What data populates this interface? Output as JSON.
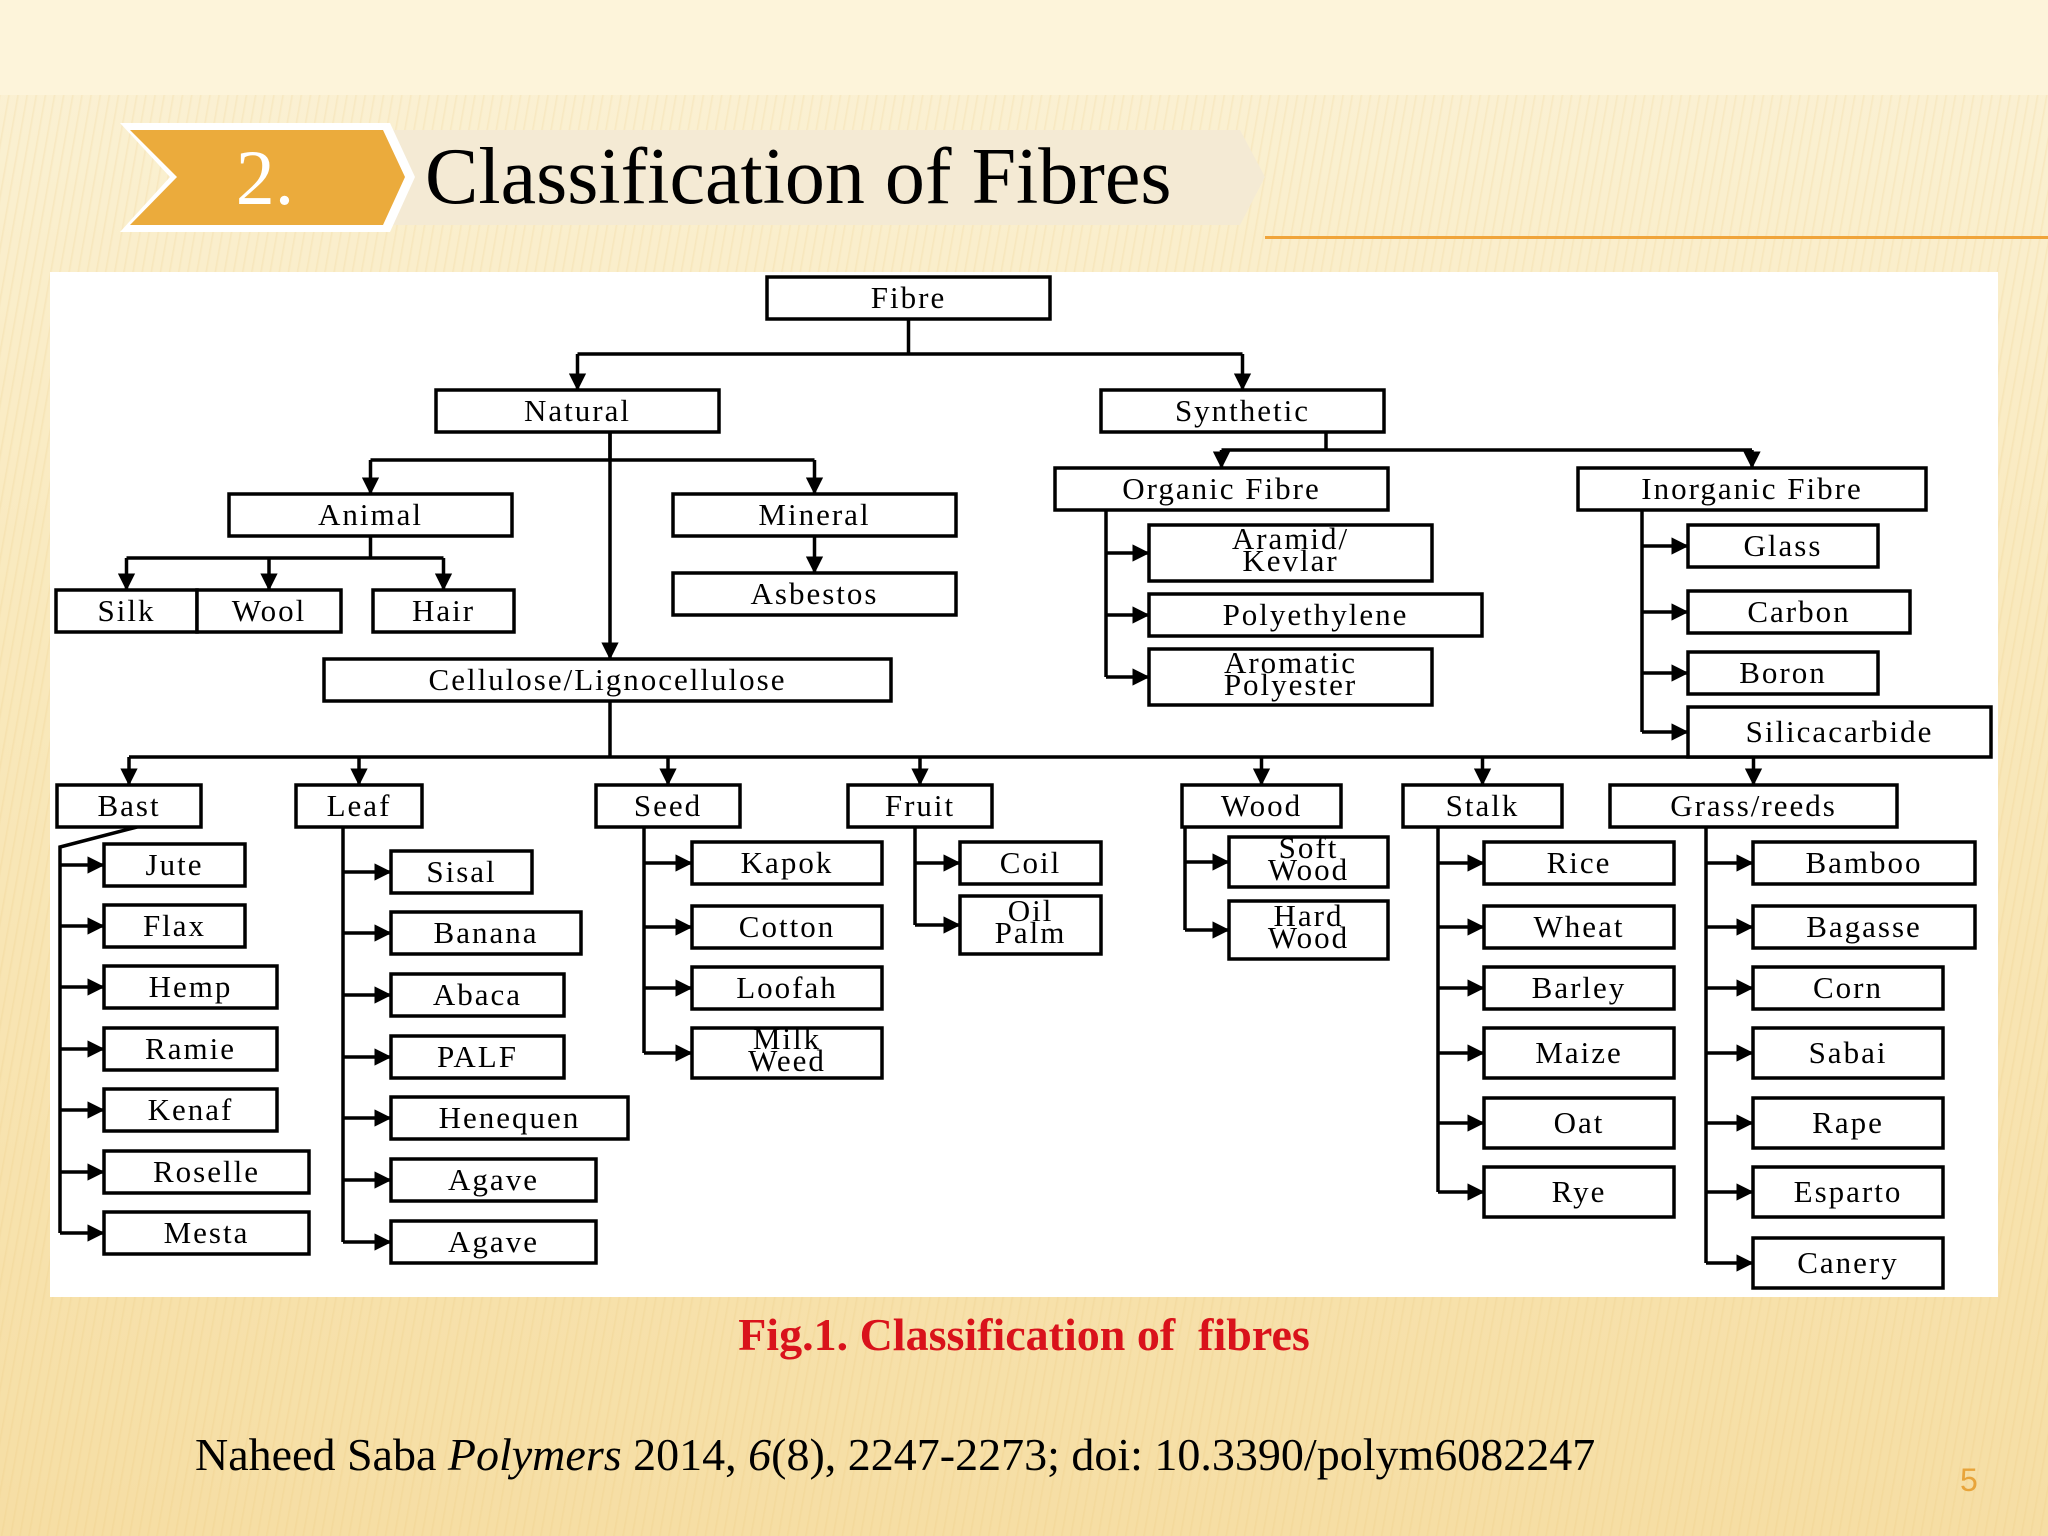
{
  "slide": {
    "number": "2.",
    "title": "Classification of Fibres",
    "caption": "Fig.1. Classification of  fibres",
    "citation": {
      "author": "Naheed Saba ",
      "journal": "Polymers",
      "year": " 2014, ",
      "volume": "6",
      "rest": "(8), 2247-2273; doi: 10.3390/polym6082247"
    },
    "page_number": "5",
    "colors": {
      "accent": "#ebab3c",
      "caption": "#d9121b",
      "page_number": "#e8a43a"
    }
  },
  "diagram": {
    "nodes": [
      {
        "id": "fibre",
        "label": "Fibre"
      },
      {
        "id": "natural",
        "label": "Natural"
      },
      {
        "id": "synthetic",
        "label": "Synthetic"
      },
      {
        "id": "animal",
        "label": "Animal"
      },
      {
        "id": "mineral",
        "label": "Mineral"
      },
      {
        "id": "asbestos",
        "label": "Asbestos"
      },
      {
        "id": "silk",
        "label": "Silk"
      },
      {
        "id": "wool",
        "label": "Wool"
      },
      {
        "id": "hair",
        "label": "Hair"
      },
      {
        "id": "cellulose",
        "label": "Cellulose/Lignocellulose"
      },
      {
        "id": "organic",
        "label": "Organic Fibre"
      },
      {
        "id": "inorganic",
        "label": "Inorganic Fibre"
      },
      {
        "id": "aramid",
        "label": "Aramid/\nKevlar"
      },
      {
        "id": "polyethylene",
        "label": "Polyethylene"
      },
      {
        "id": "aromatic",
        "label": "Aromatic\nPolyester"
      },
      {
        "id": "glass",
        "label": "Glass"
      },
      {
        "id": "carbon",
        "label": "Carbon"
      },
      {
        "id": "boron",
        "label": "Boron"
      },
      {
        "id": "silicacarbide",
        "label": "Silicacarbide"
      },
      {
        "id": "bast",
        "label": "Bast"
      },
      {
        "id": "leaf",
        "label": "Leaf"
      },
      {
        "id": "seed",
        "label": "Seed"
      },
      {
        "id": "fruit",
        "label": "Fruit"
      },
      {
        "id": "wood",
        "label": "Wood"
      },
      {
        "id": "stalk",
        "label": "Stalk"
      },
      {
        "id": "grass",
        "label": "Grass/reeds"
      },
      {
        "id": "jute",
        "label": "Jute"
      },
      {
        "id": "flax",
        "label": "Flax"
      },
      {
        "id": "hemp",
        "label": "Hemp"
      },
      {
        "id": "ramie",
        "label": "Ramie"
      },
      {
        "id": "kenaf",
        "label": "Kenaf"
      },
      {
        "id": "roselle",
        "label": "Roselle"
      },
      {
        "id": "mesta",
        "label": "Mesta"
      },
      {
        "id": "sisal",
        "label": "Sisal"
      },
      {
        "id": "banana",
        "label": "Banana"
      },
      {
        "id": "abaca",
        "label": "Abaca"
      },
      {
        "id": "palf",
        "label": "PALF"
      },
      {
        "id": "henequen",
        "label": "Henequen"
      },
      {
        "id": "agave1",
        "label": "Agave"
      },
      {
        "id": "agave2",
        "label": "Agave"
      },
      {
        "id": "kapok",
        "label": "Kapok"
      },
      {
        "id": "cotton",
        "label": "Cotton"
      },
      {
        "id": "loofah",
        "label": "Loofah"
      },
      {
        "id": "milkweed",
        "label": "Milk\nWeed"
      },
      {
        "id": "coil",
        "label": "Coil"
      },
      {
        "id": "oilpalm",
        "label": "Oil\nPalm"
      },
      {
        "id": "softwood",
        "label": "Soft\nWood"
      },
      {
        "id": "hardwood",
        "label": "Hard\nWood"
      },
      {
        "id": "rice",
        "label": "Rice"
      },
      {
        "id": "wheat",
        "label": "Wheat"
      },
      {
        "id": "barley",
        "label": "Barley"
      },
      {
        "id": "maize",
        "label": "Maize"
      },
      {
        "id": "oat",
        "label": "Oat"
      },
      {
        "id": "rye",
        "label": "Rye"
      },
      {
        "id": "bamboo",
        "label": "Bamboo"
      },
      {
        "id": "bagasse",
        "label": "Bagasse"
      },
      {
        "id": "corn",
        "label": "Corn"
      },
      {
        "id": "sabai",
        "label": "Sabai"
      },
      {
        "id": "rape",
        "label": "Rape"
      },
      {
        "id": "esparto",
        "label": "Esparto"
      },
      {
        "id": "canery",
        "label": "Canery"
      }
    ],
    "edges": [
      [
        "fibre",
        "natural"
      ],
      [
        "fibre",
        "synthetic"
      ],
      [
        "natural",
        "animal"
      ],
      [
        "natural",
        "mineral"
      ],
      [
        "natural",
        "cellulose"
      ],
      [
        "mineral",
        "asbestos"
      ],
      [
        "animal",
        "silk"
      ],
      [
        "animal",
        "wool"
      ],
      [
        "animal",
        "hair"
      ],
      [
        "synthetic",
        "organic"
      ],
      [
        "synthetic",
        "inorganic"
      ],
      [
        "organic",
        "aramid"
      ],
      [
        "organic",
        "polyethylene"
      ],
      [
        "organic",
        "aromatic"
      ],
      [
        "inorganic",
        "glass"
      ],
      [
        "inorganic",
        "carbon"
      ],
      [
        "inorganic",
        "boron"
      ],
      [
        "inorganic",
        "silicacarbide"
      ],
      [
        "cellulose",
        "bast"
      ],
      [
        "cellulose",
        "leaf"
      ],
      [
        "cellulose",
        "seed"
      ],
      [
        "cellulose",
        "fruit"
      ],
      [
        "cellulose",
        "wood"
      ],
      [
        "cellulose",
        "stalk"
      ],
      [
        "cellulose",
        "grass"
      ],
      [
        "bast",
        "jute"
      ],
      [
        "bast",
        "flax"
      ],
      [
        "bast",
        "hemp"
      ],
      [
        "bast",
        "ramie"
      ],
      [
        "bast",
        "kenaf"
      ],
      [
        "bast",
        "roselle"
      ],
      [
        "bast",
        "mesta"
      ],
      [
        "leaf",
        "sisal"
      ],
      [
        "leaf",
        "banana"
      ],
      [
        "leaf",
        "abaca"
      ],
      [
        "leaf",
        "palf"
      ],
      [
        "leaf",
        "henequen"
      ],
      [
        "leaf",
        "agave1"
      ],
      [
        "leaf",
        "agave2"
      ],
      [
        "seed",
        "kapok"
      ],
      [
        "seed",
        "cotton"
      ],
      [
        "seed",
        "loofah"
      ],
      [
        "seed",
        "milkweed"
      ],
      [
        "fruit",
        "coil"
      ],
      [
        "fruit",
        "oilpalm"
      ],
      [
        "wood",
        "softwood"
      ],
      [
        "wood",
        "hardwood"
      ],
      [
        "stalk",
        "rice"
      ],
      [
        "stalk",
        "wheat"
      ],
      [
        "stalk",
        "barley"
      ],
      [
        "stalk",
        "maize"
      ],
      [
        "stalk",
        "oat"
      ],
      [
        "stalk",
        "rye"
      ],
      [
        "grass",
        "bamboo"
      ],
      [
        "grass",
        "bagasse"
      ],
      [
        "grass",
        "corn"
      ],
      [
        "grass",
        "sabai"
      ],
      [
        "grass",
        "rape"
      ],
      [
        "grass",
        "esparto"
      ],
      [
        "grass",
        "canery"
      ]
    ]
  }
}
